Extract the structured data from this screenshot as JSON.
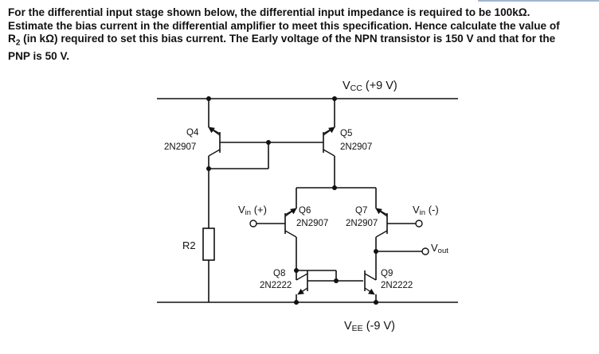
{
  "question": {
    "line1": "For the differential input stage shown below, the differential input impedance is required to be 100kΩ.",
    "line2": "Estimate the bias current in the differential amplifier to meet this specification. Hence calculate the value of",
    "line3_pre": "R",
    "line3_sub": "2",
    "line3_post": " (in kΩ) required to set this bias current. The Early voltage of the NPN transistor is 150 V and that for the",
    "line4": "PNP is 50 V."
  },
  "circuit": {
    "vcc": {
      "main": "V",
      "sub": "CC",
      "rest": " (+9 V)"
    },
    "vee": {
      "main": "V",
      "sub": "EE",
      "rest": " (-9 V)"
    },
    "q4": {
      "name": "Q4",
      "part": "2N2907"
    },
    "q5": {
      "name": "Q5",
      "part": "2N2907"
    },
    "q6": {
      "name": "Q6",
      "part": "2N2907"
    },
    "q7": {
      "name": "Q7",
      "part": "2N2907"
    },
    "q8": {
      "name": "Q8",
      "part": "2N2222"
    },
    "q9": {
      "name": "Q9",
      "part": "2N2222"
    },
    "r2": "R2",
    "vin_plus": {
      "main": "V",
      "sub": "in",
      "rest": " (+)"
    },
    "vin_minus": {
      "main": "V",
      "sub": "in",
      "rest": " (-)"
    },
    "vout": {
      "main": "V",
      "sub": "out"
    }
  }
}
